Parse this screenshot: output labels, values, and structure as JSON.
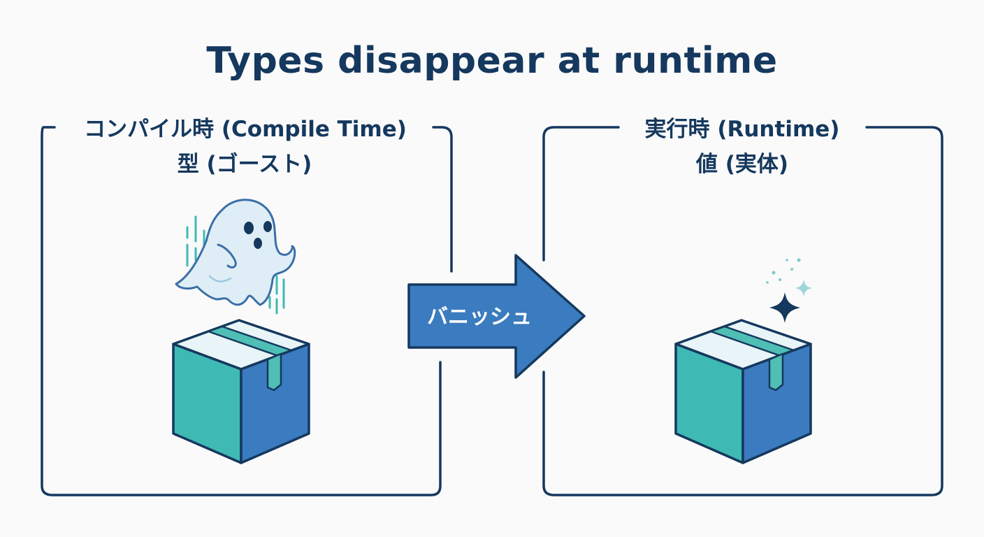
{
  "title": "Types  disappear at runtime",
  "compile_panel": {
    "heading": "コンパイル時 (Compile Time)",
    "subheading": "型 (ゴースト)",
    "icons": [
      "ghost-icon",
      "box-icon"
    ]
  },
  "transition": {
    "label": "バニッシュ"
  },
  "runtime_panel": {
    "heading": "実行時 (Runtime)",
    "subheading": "値 (実体)",
    "icons": [
      "sparkle-icon",
      "box-icon"
    ]
  },
  "colors": {
    "navy": "#15385e",
    "teal": "#3fb9b4",
    "blue": "#3b7bbf",
    "box_top": "#e8f4f7",
    "tape": "#4fbeb4",
    "ghost": "#dfeef6"
  }
}
